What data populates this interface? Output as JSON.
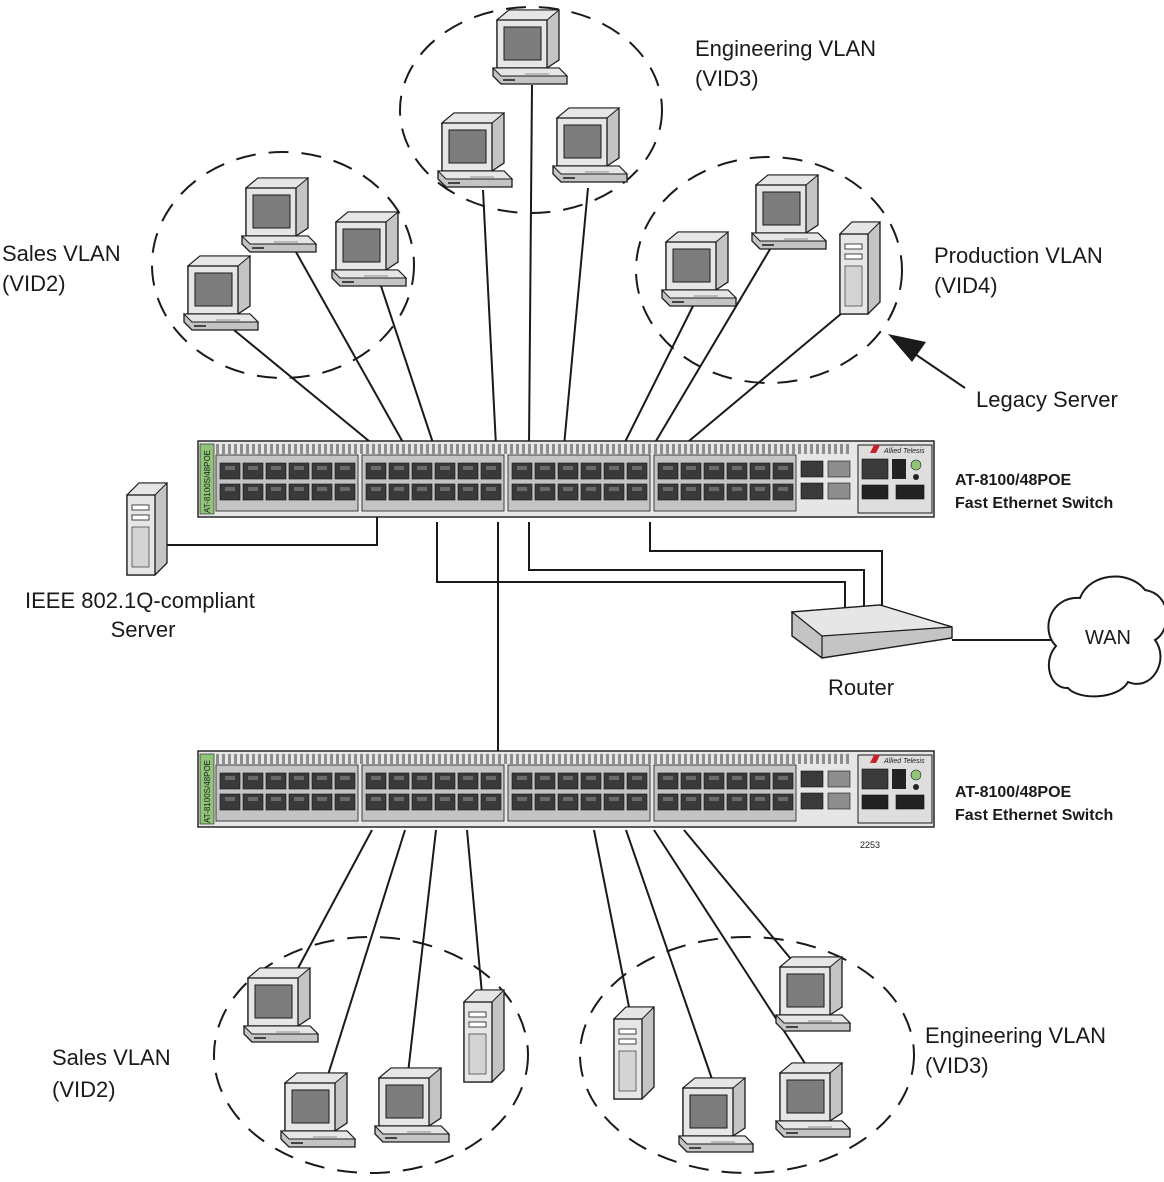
{
  "colors": {
    "line": "#1a1a1a",
    "device_light": "#e6e6e6",
    "device_mid": "#c4c4c4",
    "device_dark": "#8e8e8e",
    "screen": "#7d7d7d",
    "port": "#3a3a3a",
    "switch_label": "#8fc47a",
    "brand_red": "#c8202a"
  },
  "labels": {
    "engineering_top": [
      "Engineering VLAN",
      "(VID3)"
    ],
    "sales_top": [
      "Sales VLAN",
      "(VID2)"
    ],
    "production": [
      "Production VLAN",
      "(VID4)"
    ],
    "legacy_server": "Legacy Server",
    "ieee_server": [
      "IEEE 802.1Q-compliant",
      "Server"
    ],
    "router": "Router",
    "wan": "WAN",
    "sales_bottom": [
      "Sales VLAN",
      "(VID2)"
    ],
    "engineering_bottom": [
      "Engineering VLAN",
      "(VID3)"
    ],
    "figure_number": "2253"
  },
  "switches": {
    "top": {
      "model_line1": "AT-8100/48POE",
      "model_line2": "Fast Ethernet Switch",
      "side_text": "AT-8100S/48POE",
      "brand": "Allied Telesis"
    },
    "bottom": {
      "model_line1": "AT-8100/48POE",
      "model_line2": "Fast Ethernet Switch",
      "side_text": "AT-8100S/48POE",
      "brand": "Allied Telesis"
    }
  }
}
